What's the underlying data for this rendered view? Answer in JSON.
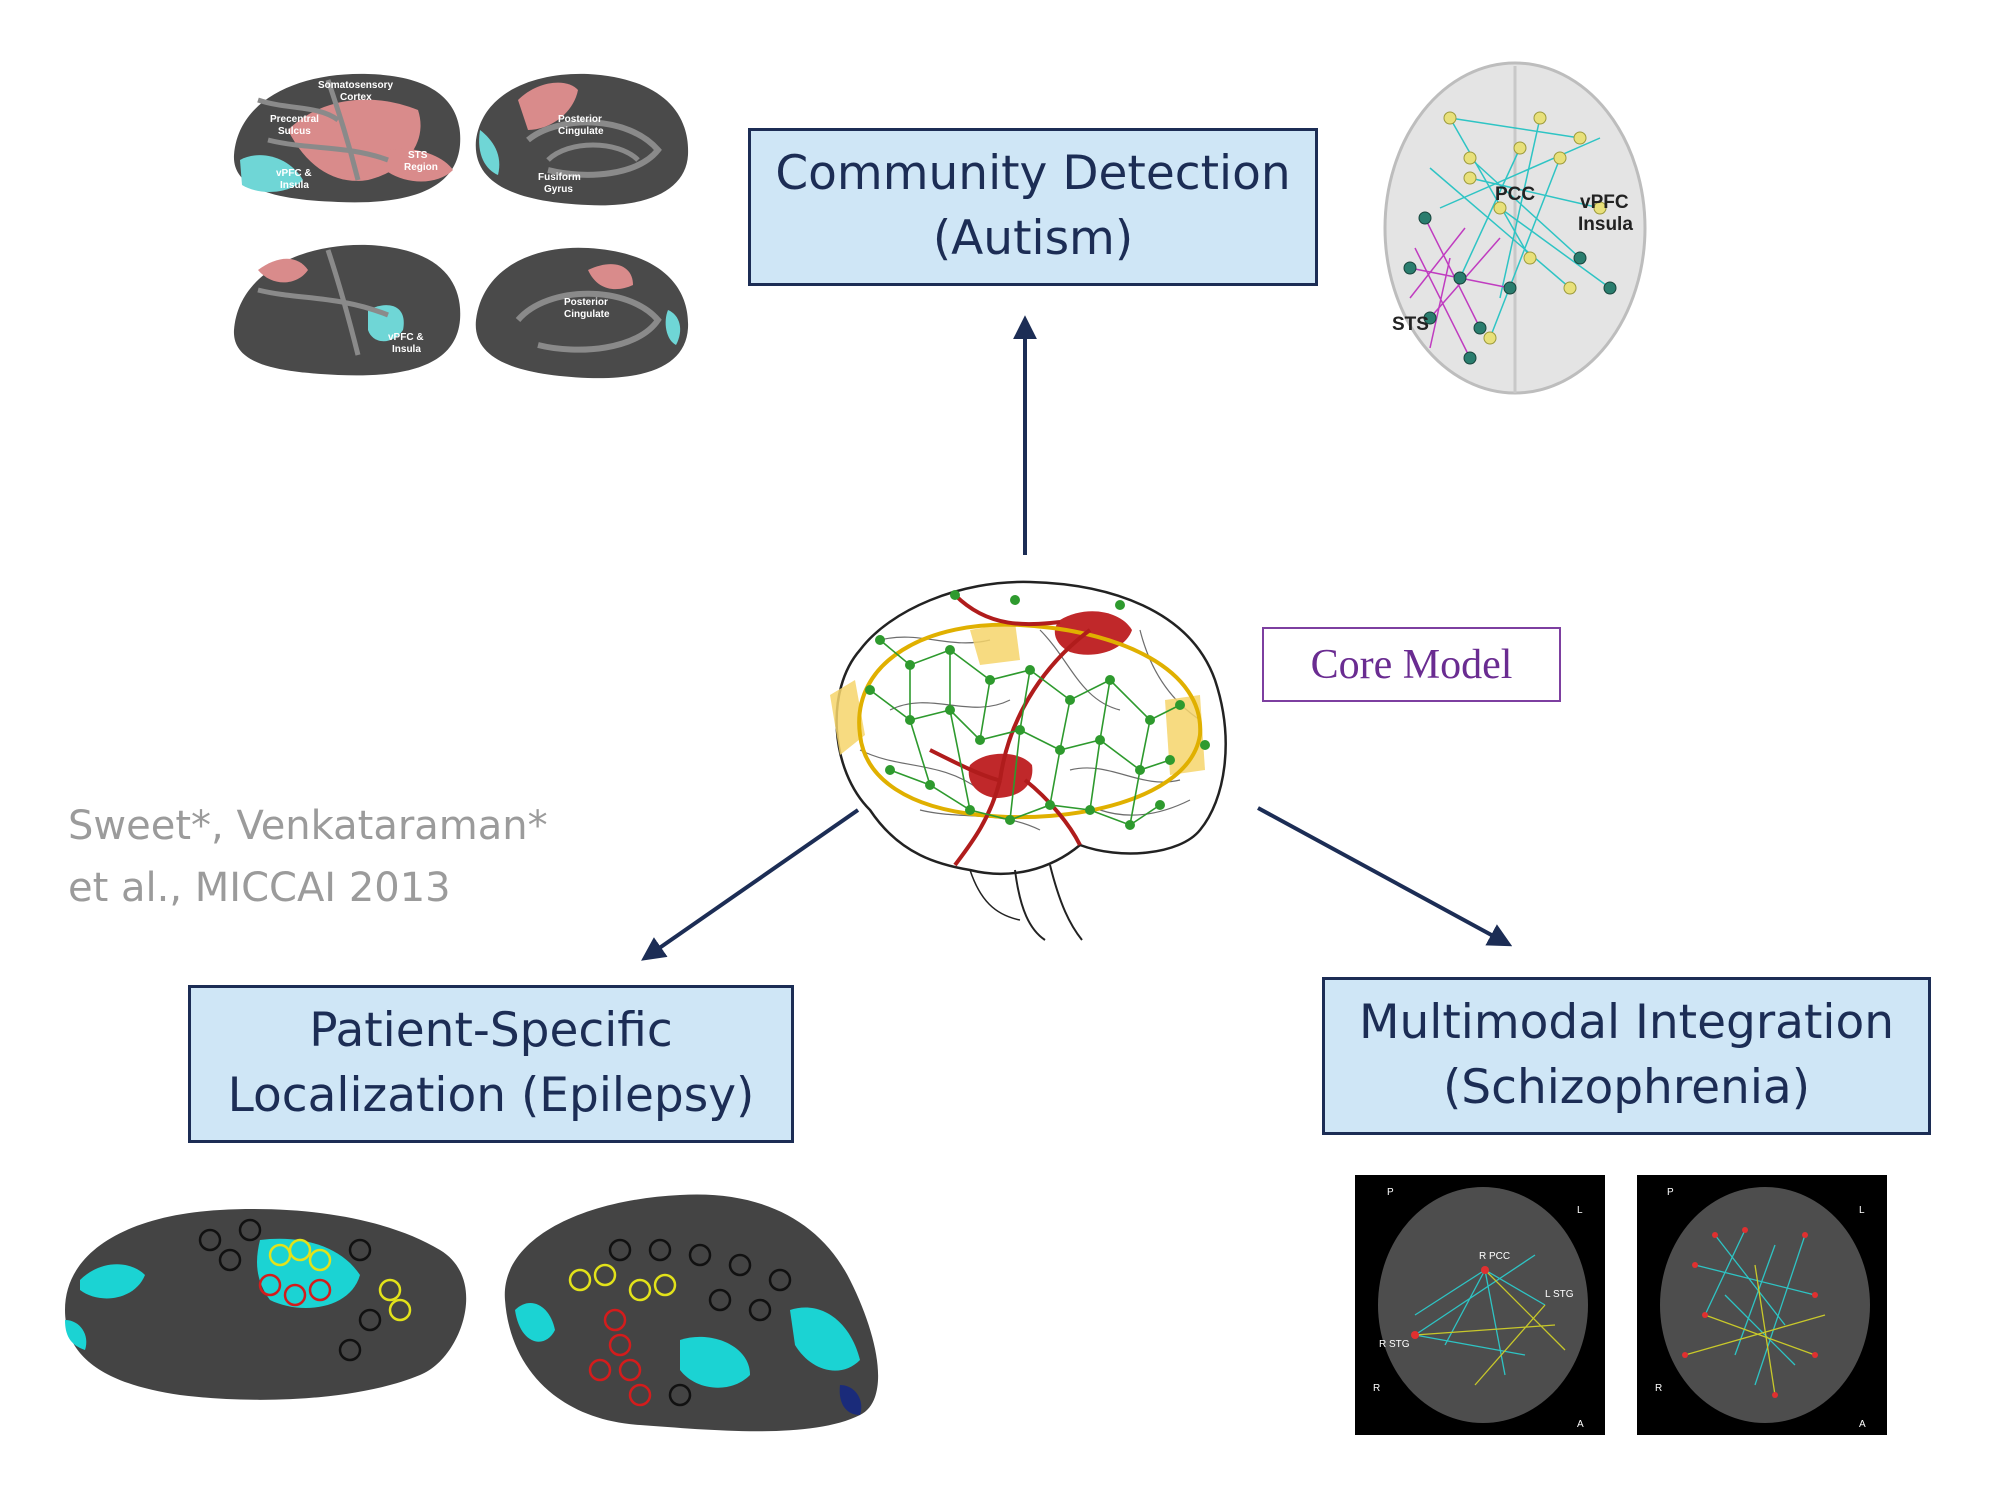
{
  "boxes": {
    "community": {
      "line1": "Community Detection",
      "line2": "(Autism)"
    },
    "patient": {
      "line1": "Patient-Specific",
      "line2": "Localization (Epilepsy)"
    },
    "multimodal": {
      "line1": "Multimodal Integration",
      "line2": "(Schizophrenia)"
    }
  },
  "core_model": {
    "label": "Core Model"
  },
  "citation": {
    "line1": "Sweet*,  Venkataraman*",
    "line2": "et al., MICCAI 2013"
  },
  "autism_brain_labels": {
    "somatosensory": "Somatosensory",
    "cortex": "Cortex",
    "precentral": "Precentral",
    "sulcus": "Sulcus",
    "sts": "STS",
    "region": "Region",
    "vpfc_a": "vPFC &",
    "insula_a": "Insula",
    "posterior_a": "Posterior",
    "cingulate_a": "Cingulate",
    "fusiform": "Fusiform",
    "gyrus": "Gyrus",
    "vpfc_b": "vPFC &",
    "insula_b": "Insula",
    "posterior_b": "Posterior",
    "cingulate_b": "Cingulate"
  },
  "autism_network_labels": {
    "pcc": "PCC",
    "vpfc": "vPFC",
    "insula": "Insula",
    "sts": "STS"
  },
  "mri_labels": {
    "left": {
      "p": "P",
      "l": "L",
      "r": "R",
      "a": "A",
      "rpcc": "R PCC",
      "lstg": "L STG",
      "rstg": "R STG"
    },
    "right": {
      "p": "P",
      "l": "L",
      "r": "R",
      "a": "A"
    }
  },
  "colors": {
    "box_fill": "#cfe6f6",
    "box_border": "#1c2d55",
    "arrow": "#1c2d55",
    "core_border": "#7d3fa0",
    "citation": "#9b9b9b",
    "cortex_dark": "#4a4a4a",
    "cortex_light": "#8a8a8a",
    "pink": "#d98b8b",
    "cyan": "#6fd6d6",
    "net_yellow": "#e6c200",
    "net_red": "#b51c1c",
    "net_green": "#2e9a2e",
    "epi_surface": "#444444",
    "epi_cyan": "#1bd3d3",
    "epi_yellow": "#e2e21a",
    "epi_red": "#d41c1c"
  }
}
